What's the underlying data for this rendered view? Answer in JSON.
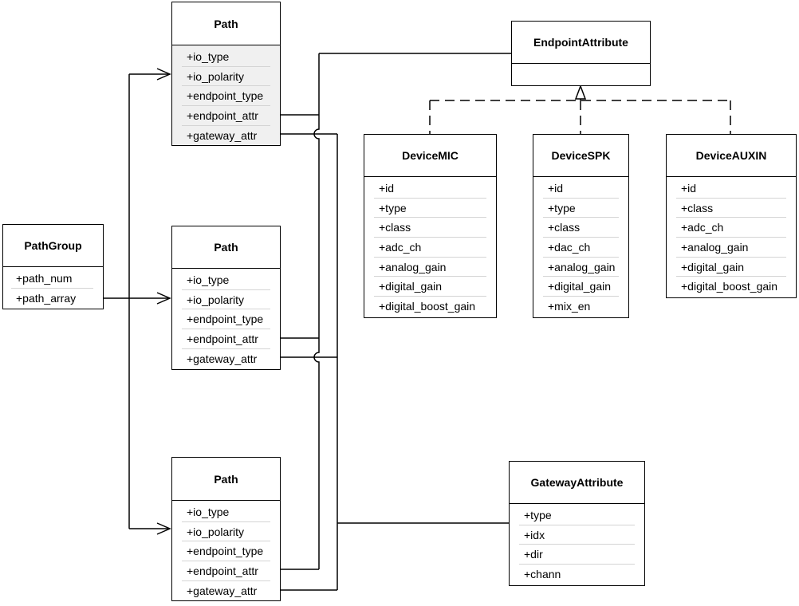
{
  "classes": {
    "path_top": {
      "name": "Path",
      "attributes": [
        "+io_type",
        "+io_polarity",
        "+endpoint_type",
        "+endpoint_attr",
        "+gateway_attr"
      ]
    },
    "path_mid": {
      "name": "Path",
      "attributes": [
        "+io_type",
        "+io_polarity",
        "+endpoint_type",
        "+endpoint_attr",
        "+gateway_attr"
      ]
    },
    "path_bot": {
      "name": "Path",
      "attributes": [
        "+io_type",
        "+io_polarity",
        "+endpoint_type",
        "+endpoint_attr",
        "+gateway_attr"
      ]
    },
    "path_group": {
      "name": "PathGroup",
      "attributes": [
        "+path_num",
        "+path_array"
      ]
    },
    "endpoint_attribute": {
      "name": "EndpointAttribute",
      "attributes": []
    },
    "device_mic": {
      "name": "DeviceMIC",
      "attributes": [
        "+id",
        "+type",
        "+class",
        "+adc_ch",
        "+analog_gain",
        "+digital_gain",
        "+digital_boost_gain"
      ]
    },
    "device_spk": {
      "name": "DeviceSPK",
      "attributes": [
        "+id",
        "+type",
        "+class",
        "+dac_ch",
        "+analog_gain",
        "+digital_gain",
        "+mix_en"
      ]
    },
    "device_auxin": {
      "name": "DeviceAUXIN",
      "attributes": [
        "+id",
        "+class",
        "+adc_ch",
        "+analog_gain",
        "+digital_gain",
        "+digital_boost_gain"
      ]
    },
    "gateway_attribute": {
      "name": "GatewayAttribute",
      "attributes": [
        "+type",
        "+idx",
        "+dir",
        "+chann"
      ]
    }
  }
}
